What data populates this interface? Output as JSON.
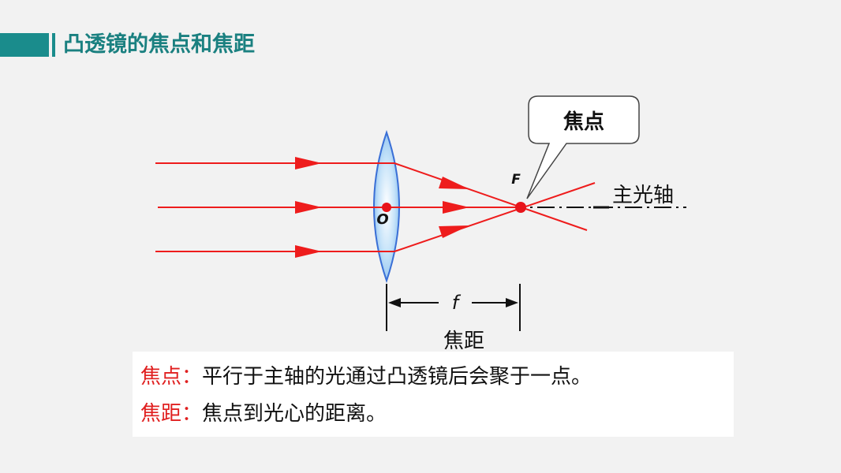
{
  "title": "凸透镜的焦点和焦距",
  "diagram": {
    "callout_label": "焦点",
    "focus_label": "F",
    "center_label": "O",
    "axis_label": "主光轴",
    "focal_symbol": "f",
    "focal_distance_label": "焦距",
    "colors": {
      "ray": "#ee1c1c",
      "lens_fill": "#a8d4f5",
      "lens_stroke": "#3a6fd6",
      "point": "#e8141a"
    }
  },
  "definitions": [
    {
      "term": "焦点",
      "sep": "：",
      "text": "平行于主轴的光通过凸透镜后会聚于一点。"
    },
    {
      "term": "焦距",
      "sep": "：",
      "text": "焦点到光心的距离。"
    }
  ],
  "theme": {
    "accent": "#1a8c8c"
  }
}
